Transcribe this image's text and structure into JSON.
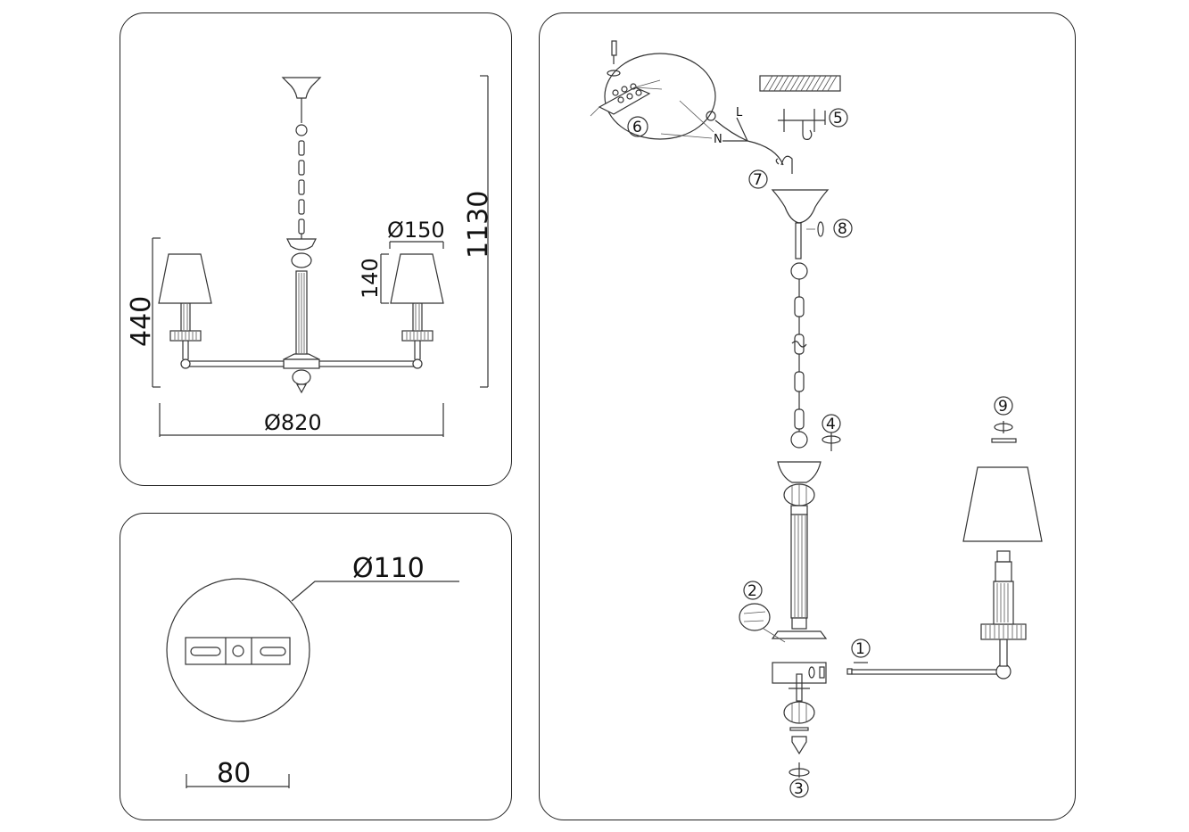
{
  "panels": {
    "dimensions": {
      "height_total": "1130",
      "height_body": "440",
      "diameter_total": "Ø820",
      "shade_diameter": "Ø150",
      "shade_height": "140"
    },
    "canopy": {
      "diameter": "Ø110",
      "mount_width": "80"
    },
    "assembly": {
      "steps": [
        "1",
        "2",
        "3",
        "4",
        "5",
        "6",
        "7",
        "8",
        "9"
      ],
      "wire_labels": {
        "live": "L",
        "neutral": "N"
      }
    }
  },
  "colors": {
    "line": "#333333",
    "border": "#222222",
    "background": "#ffffff"
  }
}
